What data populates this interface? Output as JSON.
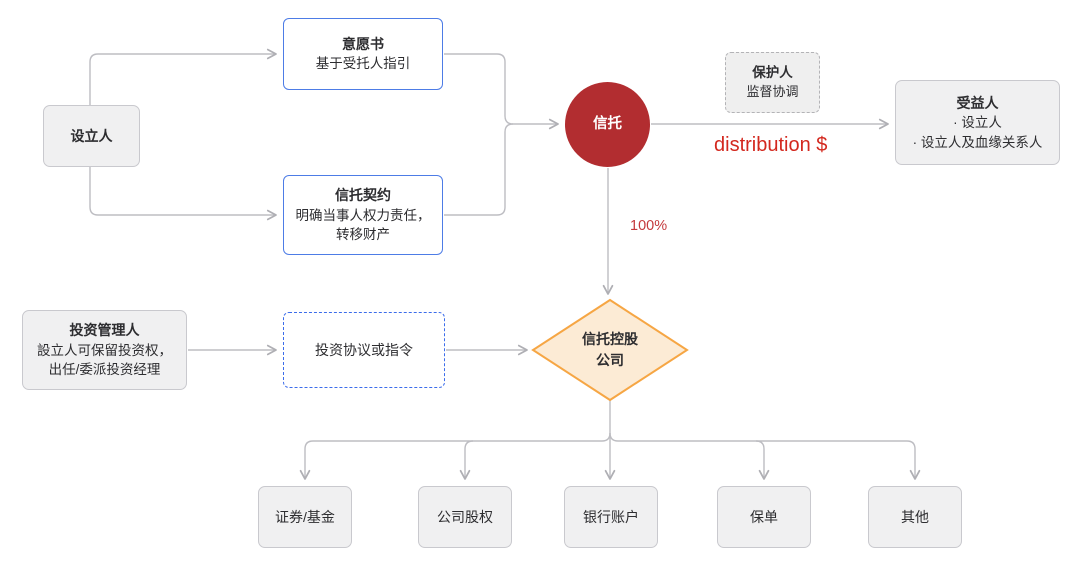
{
  "colors": {
    "trust_circle_fill": "#b22d30",
    "distribution_text": "#d3281e",
    "ownership_text": "#c4393c",
    "blue_border": "#4d7ce6",
    "dashed_blue_border": "#3b6ceb",
    "diamond_border": "#f6a644",
    "diamond_fill": "#fcebd5",
    "gray_box_fill": "#f0f0f1",
    "gray_box_border": "#c9c9ce",
    "connector_gray": "#bdbdc2",
    "text_dark": "#2d2d30"
  },
  "nodes": {
    "settlor": {
      "title": "设立人"
    },
    "letter_of_wishes": {
      "title": "意愿书",
      "desc": "基于受托人指引"
    },
    "trust_deed": {
      "title": "信托契约",
      "desc_line1": "明确当事人权力责任，",
      "desc_line2": "转移财产"
    },
    "trust": {
      "title": "信托"
    },
    "protector": {
      "title": "保护人",
      "desc": "监督协调"
    },
    "beneficiary": {
      "title": "受益人",
      "items": [
        "· 设立人",
        "· 设立人及血缘关系人"
      ]
    },
    "investment_manager": {
      "title": "投资管理人",
      "desc_line1": "設立人可保留投资权，",
      "desc_line2": "出任/委派投资经理"
    },
    "investment_instruction": {
      "title": "投资协议或指令"
    },
    "trust_holding_company": {
      "title_line1": "信托控股",
      "title_line2": "公司"
    },
    "assets": [
      {
        "label": "证券/基金"
      },
      {
        "label": "公司股权"
      },
      {
        "label": "银行账户"
      },
      {
        "label": "保单"
      },
      {
        "label": "其他"
      }
    ]
  },
  "edge_labels": {
    "distribution": "distribution $",
    "ownership": "100%"
  }
}
